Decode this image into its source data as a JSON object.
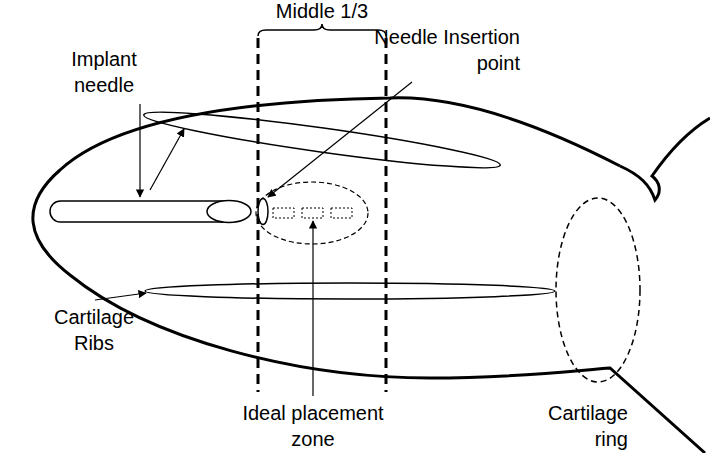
{
  "diagram": {
    "labels": [
      "Middle 1/3",
      "Implant needle",
      "Needle Insertion point",
      "Cartilage Ribs",
      "Ideal placement zone",
      "Cartilage ring"
    ]
  }
}
